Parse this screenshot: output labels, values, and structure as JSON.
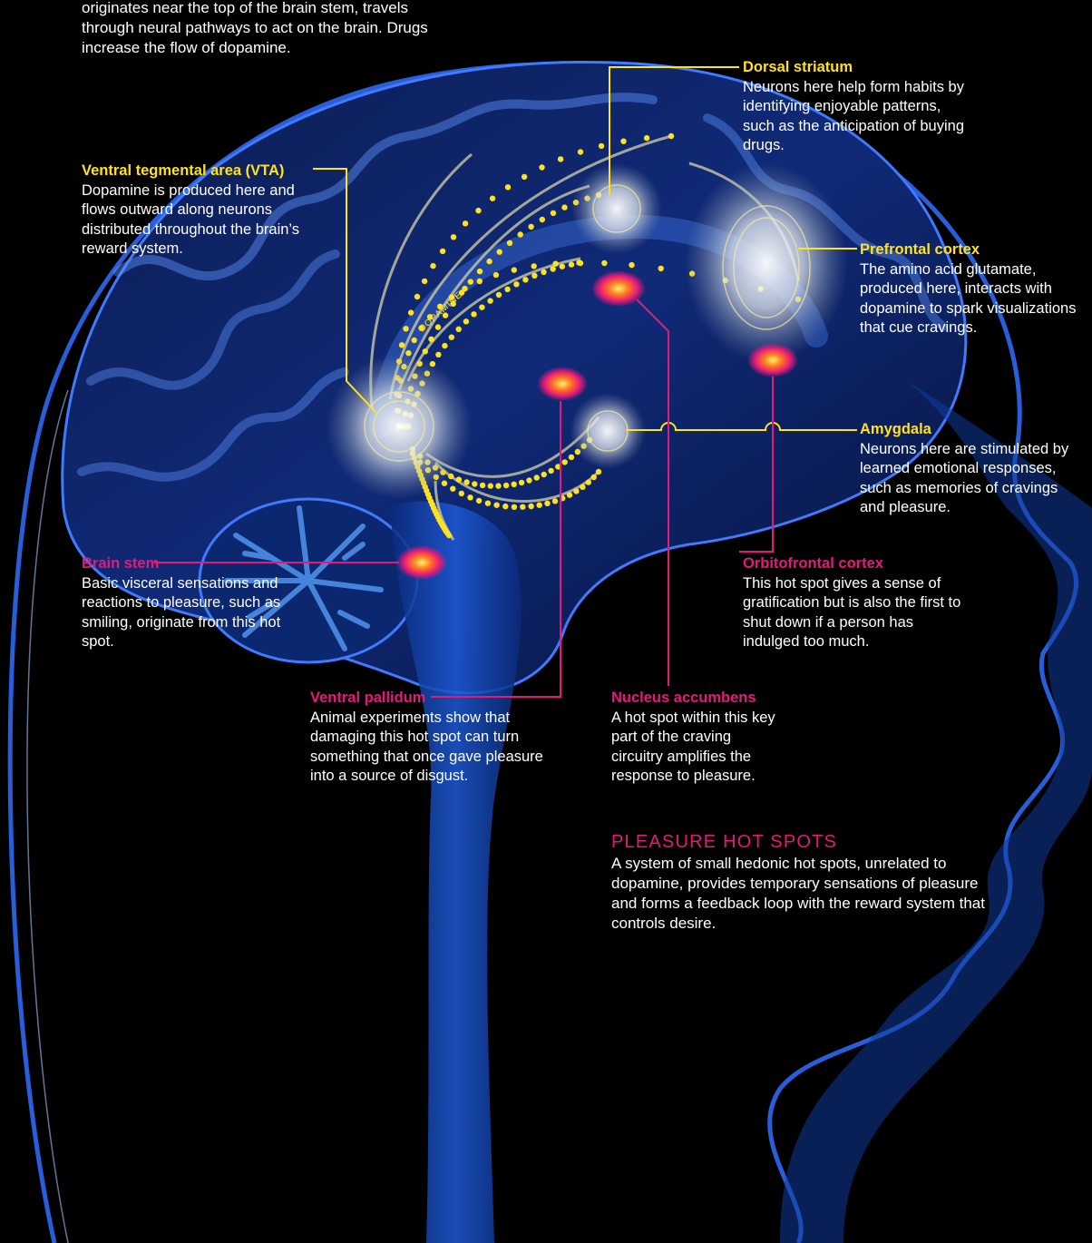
{
  "intro": "originates near the top of the brain stem, travels through neural pathways to act on the brain. Drugs increase the flow of dopamine.",
  "pathway_label": "DOPAMINE",
  "colors": {
    "dopamine": "#ffe21a",
    "hot_spot": "#e6197a",
    "brain": "#1a3fa8",
    "background": "#000000"
  },
  "labels": {
    "dorsal_striatum": {
      "title": "Dorsal striatum",
      "body": "Neurons here help form habits by identifying enjoyable patterns, such as the anticipation of buying drugs."
    },
    "vta": {
      "title": "Ventral tegmental area (VTA)",
      "body": "Dopamine is produced here and flows outward along neurons distributed throughout the brain’s reward system."
    },
    "prefrontal_cortex": {
      "title": "Prefrontal cortex",
      "body": "The amino acid glutamate, produced here, interacts with dopamine to spark visualiza­tions that cue cravings."
    },
    "amygdala": {
      "title": "Amygdala",
      "body": "Neurons here are stimulated by learned emotional responses, such as memories of cravings and pleasure."
    },
    "orbitofrontal_cortex": {
      "title": "Orbitofrontal cortex",
      "body": "This hot spot gives a sense of gratification but is also the first to shut down if a person has indulged too much."
    },
    "brain_stem": {
      "title": "Brain stem",
      "body": "Basic visceral sensations and reactions to pleasure, such as smiling, originate from this hot spot."
    },
    "ventral_pallidum": {
      "title": "Ventral pallidum",
      "body": "Animal experiments show that damaging this hot spot can turn something that once gave plea­sure into a source of disgust."
    },
    "nucleus_accumbens": {
      "title": "Nucleus accumbens",
      "body": "A hot spot within this key part of the craving circuitry amplifies the response to pleasure."
    }
  },
  "hot_spots_box": {
    "title": "PLEASURE HOT SPOTS",
    "body": "A system of small hedonic hot spots, unrelated to dopamine, provides temporary sensations of pleasure and forms a feedback loop with the reward system that controls desire."
  }
}
